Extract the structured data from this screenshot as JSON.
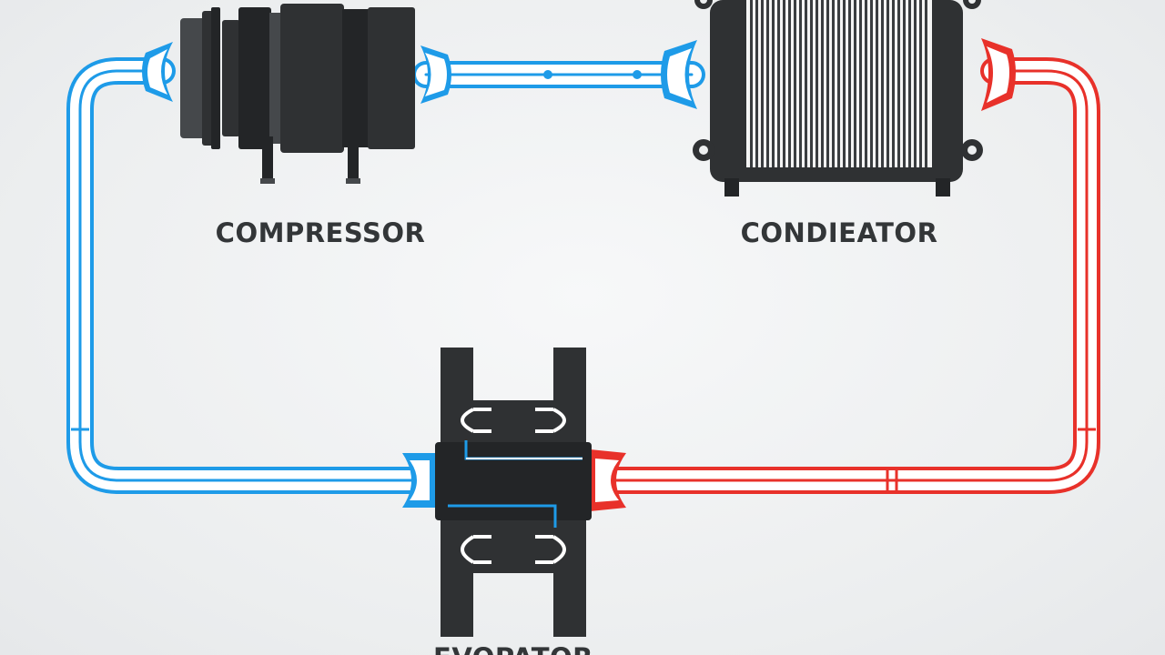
{
  "components": {
    "compressor": {
      "label": "COMPRESSOR"
    },
    "condenser": {
      "label": "CONDIEATOR"
    },
    "evaporator": {
      "label": "EVOPATOR"
    }
  },
  "colors": {
    "cold_line": "#1e9be8",
    "hot_line": "#e8312a",
    "component": "#2f3133",
    "text": "#333638"
  }
}
